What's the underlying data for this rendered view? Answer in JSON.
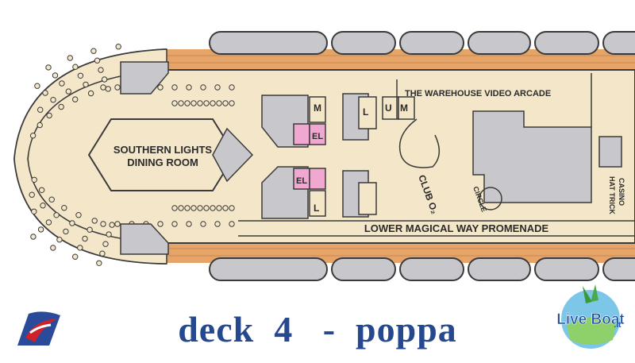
{
  "plan": {
    "labels": {
      "warehouse": "THE WAREHOUSE VIDEO ARCADE",
      "dining_1": "SOUTHERN LIGHTS",
      "dining_2": "DINING ROOM",
      "promenade": "LOWER MAGICAL WAY PROMENADE",
      "club": "CLUB O₂",
      "circle": "CIRCLE",
      "casino_1": "HAT TRICK",
      "casino_2": "CASINO",
      "m": "M",
      "el": "EL",
      "l": "L",
      "u": "U",
      "m2": "M"
    },
    "colors": {
      "floor": "#f4e7c9",
      "deck_wood": "#e6a468",
      "lifeboat": "#c8c8cc",
      "service": "#c8c8cc",
      "elevator": "#f0a8d0",
      "outline": "#3a3a3a"
    }
  },
  "caption": "deck  4   -  poppa",
  "logo_left": {
    "icon": "carnival-funnel-logo",
    "colors": [
      "#d0202a",
      "#2a4b9a"
    ]
  },
  "logo_right": {
    "icon": "liveboat-globe-logo",
    "text": "Live Boat",
    "suffix": ".it"
  }
}
